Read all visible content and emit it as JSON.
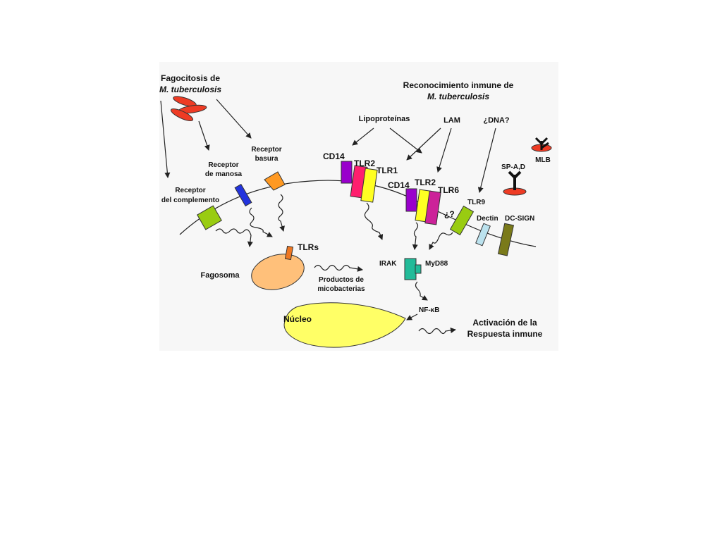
{
  "phagocytosis": {
    "title_line1": "Fagocitosis de",
    "title_line2": "M. tuberculosis"
  },
  "recognition": {
    "title_line1": "Reconocimiento inmune de",
    "title_line2": "M. tuberculosis"
  },
  "ligands": {
    "lipoproteins": "Lipoproteínas",
    "lam": "LAM",
    "dna": "¿DNA?"
  },
  "receptors": {
    "complement_line1": "Receptor",
    "complement_line2": "del complemento",
    "mannose_line1": "Receptor",
    "mannose_line2": "de manosa",
    "scavenger_line1": "Receptor",
    "scavenger_line2": "basura",
    "cd14_a": "CD14",
    "tlr2_a": "TLR2",
    "tlr1": "TLR1",
    "cd14_b": "CD14",
    "tlr2_b": "TLR2",
    "tlr6": "TLR6",
    "tlr9": "TLR9",
    "dectin": "Dectin",
    "dc_sign": "DC-SIGN",
    "unknown": "¿?"
  },
  "soluble": {
    "sp": "SP-A,D",
    "mlb": "MLB"
  },
  "intracellular": {
    "tlrs": "TLRs",
    "phagosome": "Fagosoma",
    "products_line1": "Productos de",
    "products_line2": "micobacterias",
    "irak": "IRAK",
    "myd88": "MyD88",
    "nfkb": "NF-κB",
    "nucleus": "Núcleo",
    "activation_line1": "Activación de la",
    "activation_line2": "Respuesta inmune"
  },
  "colors": {
    "panel_bg": "#f7f7f7",
    "bacteria": "#ee3b24",
    "cd14": "#9900cc",
    "tlr2": "#ff1f6e",
    "tlr1": "#ffff22",
    "tlr6": "#cc2299",
    "complement": "#99cc11",
    "mannose": "#2233dd",
    "scavenger": "#ff9922",
    "tlr9": "#99cc11",
    "dectin": "#bbe2ee",
    "dc_sign": "#7a7a1a",
    "phagosome": "#ffc07a",
    "nucleus": "#ffff66",
    "irak": "#22bb99"
  }
}
